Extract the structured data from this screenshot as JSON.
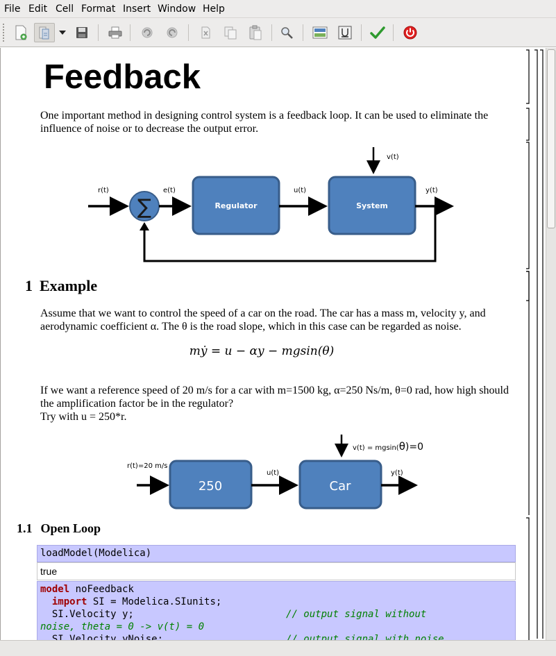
{
  "menu": [
    "File",
    "Edit",
    "Cell",
    "Format",
    "Insert",
    "Window",
    "Help"
  ],
  "toolbar": {
    "icons": [
      "new-document-icon",
      "open-icon",
      "dropdown-arrow-icon",
      "save-icon",
      "print-icon",
      "undo-icon",
      "redo-icon",
      "cut-icon",
      "copy-icon",
      "paste-icon",
      "search-icon",
      "image-icon",
      "underline-icon",
      "check-icon",
      "shutdown-icon"
    ]
  },
  "document": {
    "title": "Feedback",
    "intro": "One important method in designing control system is a feedback loop. It can be used to eliminate the influence of noise or to decrease the output error.",
    "diagram1": {
      "labels": {
        "r": "r(t)",
        "e": "e(t)",
        "u": "u(t)",
        "v": "v(t)",
        "y": "y(t)",
        "sum": "∑"
      },
      "blocks": {
        "regulator": "Regulator",
        "system": "System"
      },
      "block_color": "#4f81bd"
    },
    "section1": {
      "number": "1",
      "title": "Example"
    },
    "example_para": "Assume that we want to control the speed of a car on the road. The car has a mass m, velocity y, and aerodynamic coefficient α. The θ is the road slope, which in this case can be regarded as noise.",
    "equation": "mẏ = u − αy − mgsin(θ)",
    "question_line1": "If we want a reference speed of 20 m/s for a car with m=1500 kg, α=250 Ns/m, θ=0 rad, how high should the amplification factor be in the regulator?",
    "question_line2": "Try with u = 250*r.",
    "diagram2": {
      "labels": {
        "r": "r(t)=20 m/s",
        "u": "u(t)",
        "v_prefix": "v(t) = mgsin(",
        "v_theta": "θ",
        "v_suffix": ")=0",
        "y": "y(t)"
      },
      "blocks": {
        "gain": "250",
        "car": "Car"
      }
    },
    "section2": {
      "number": "1.1",
      "title": "Open Loop"
    },
    "cell1_input": "loadModel(Modelica)",
    "cell1_output": "true",
    "code": {
      "kw_model": "model",
      "model_name": " noFeedback",
      "kw_import": "import",
      "import_rest": " SI = Modelica.SIunits;",
      "line3_code": "  SI.Velocity y;                          ",
      "line3_comment": "// output signal without",
      "line4_comment": "noise, theta = 0 -> v(t) = 0",
      "line5_code": "  SI.Velocity yNoise;                     ",
      "line5_comment": "// output signal with noise"
    }
  }
}
